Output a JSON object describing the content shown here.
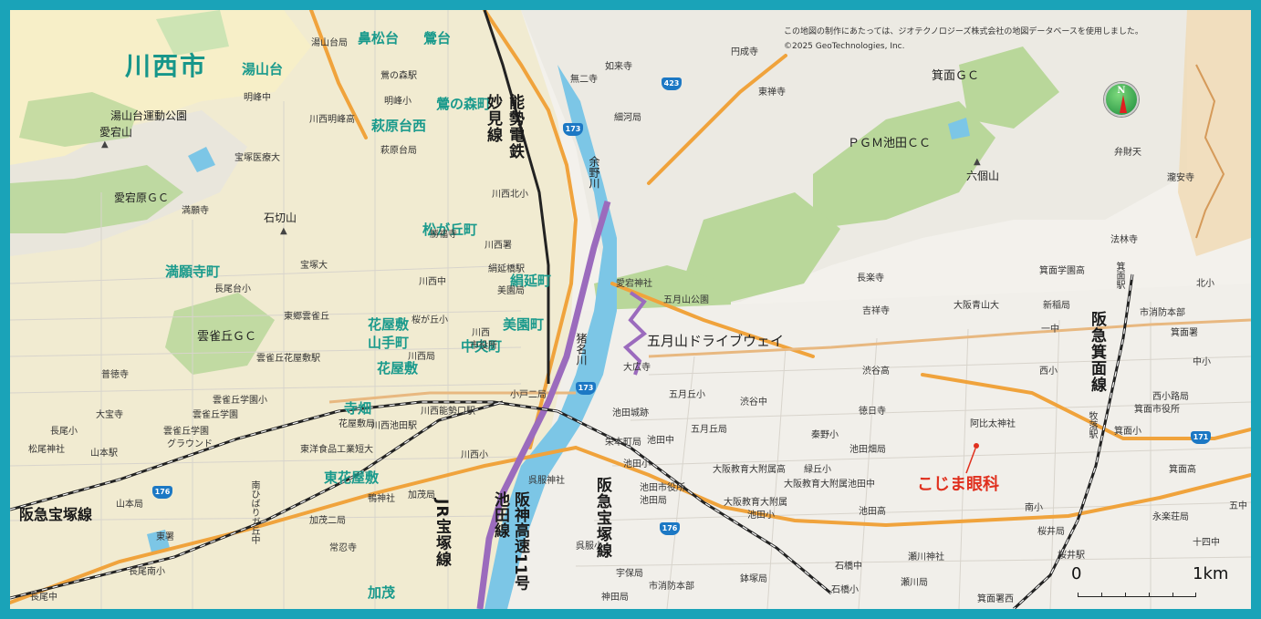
{
  "credit": {
    "line1": "この地図の制作にあたっては、ジオテクノロジーズ株式会社の地図データベースを使用しました。",
    "line2": "©2025 GeoTechnologies, Inc."
  },
  "city": {
    "kawanishi": "川西市"
  },
  "wards": {
    "bishamon": "鼻松台",
    "uguisu": "鶯台",
    "yuyamadai": "湯山台",
    "hatonomori": "鶯の森町",
    "hagiwara": "萩原台西",
    "matsugaoka": "松が丘町",
    "mitsu": "満願寺町",
    "kinuno": "絹延町",
    "hanayashiki_yamate": "花屋敷\n山手町",
    "hanayashiki": "花屋敷",
    "mitatsu": "美園町",
    "chuo": "中央町",
    "terahata": "寺畑",
    "higashihanayashiki": "東花屋敷",
    "kamo": "加茂"
  },
  "places": {
    "yuyama_ground": "湯山台運動公園",
    "atagoyama": "愛宕山",
    "atagohara_gc": "愛宕原ＧＣ",
    "mangan_ji": "満願寺",
    "ishikiri": "石切山",
    "hotsuka": "宝塚大",
    "nagaodai": "長尾台小",
    "hibarigaoka_gc": "雲雀丘ＧＣ",
    "toyo_hibari": "東郷雲雀丘",
    "hibari_station": "雲雀丘花屋敷駅",
    "futoku_ji": "普徳寺",
    "ootaka_ji": "大宝寺",
    "hibari_gakuen_s": "雲雀丘学園小",
    "hibari_gakuen": "雲雀丘学園",
    "hibari_ground": "雲雀丘学園\nグラウンド",
    "nagao_sho": "長尾小",
    "matsuo_shrine": "松尾神社",
    "yamamoto_station": "山本駅",
    "yamamoto": "山本局",
    "minami_hibari": "南ひばりガ丘中",
    "higashi_sho": "東署",
    "nagao_minami": "長尾南小",
    "nagao_chu": "長尾中",
    "yuyama": "湯山台局",
    "meiho": "明峰中",
    "meiho_s": "明峰小",
    "kawanishi_meiho": "川西明峰高",
    "hoku": "鶯の森駅",
    "hagiwara_kyoku": "萩原台局",
    "takarazuka_med": "宝塚医療大",
    "kawanishi_kita": "川西北小",
    "shofuku": "勝福寺",
    "kawanishi_sho": "川西署",
    "kinuno_station": "絹延橋駅",
    "kawanishi_chu": "川西中",
    "bien": "美園局",
    "sakuragaoka": "桜が丘小",
    "kawanishi_kyoku": "川西局",
    "kawanishi_city": "川西\n市役所",
    "koto": "小戸二局",
    "kawanishi_noseguchi": "川西能勢口駅",
    "hanayashiki_kyoku": "花屋敷局",
    "kawanishi_ikeda": "川西池田駅",
    "toyo": "東洋食品工業短大",
    "kawanishi_sho2": "川西小",
    "kamo_kyoku": "加茂局",
    "kamo_2": "加茂二局",
    "jokei": "常忍寺",
    "kurishi": "鴨神社",
    "nose": "妙見線",
    "bushigaoka": "無二寺",
    "nyorai": "如来寺",
    "ensei": "円成寺",
    "tozen": "東禅寺",
    "hoyo": "細河局",
    "minoo_gc": "箕面ＧＣ",
    "pgm": "ＰＧＭ池田ＣＣ",
    "rokko": "六個山",
    "benzaiten": "弁財天",
    "ryuan": "瀧安寺",
    "horin": "法林寺",
    "minoo_gakuen": "箕面学園高",
    "minoo_station": "箕面駅",
    "kita_sho": "北小",
    "shobo": "市消防本部",
    "minoo_sho": "箕面署",
    "naka_sho": "中小",
    "nishi_sho": "西小",
    "ichi_chu": "一中",
    "nishi_kojiba": "西小路局",
    "minoo_city": "箕面市役所",
    "makiochi": "牧落駅",
    "minoo_s": "箕面小",
    "minoo_high": "箕面高",
    "eiraku": "永楽荘局",
    "juyon": "十四中",
    "goshu": "五中",
    "chorakuji": "長楽寺",
    "kissho": "吉祥寺",
    "osaka_aoyama": "大阪青山大",
    "shinina": "新稲局",
    "atago_shrine": "愛宕神社",
    "satsuki_park": "五月山公園",
    "daikoji": "大広寺",
    "satsuki_s": "五月丘小",
    "shibutani_chu": "渋谷中",
    "shibutani_high": "渋谷高",
    "tokuji": "徳日寺",
    "satsuki_kyoku": "五月丘局",
    "ikeda_castle": "池田城跡",
    "ikeda_chu": "池田中",
    "ikeda_sho": "池田小",
    "sakae": "栄本町局",
    "kurehatori": "呉服神社",
    "ikeda_city": "池田市役所",
    "ikeda_kyoku": "池田局",
    "kurehatori_s": "呉服小",
    "uho": "宇保局",
    "shobo_ikeda": "市消防本部",
    "kanda": "神田局",
    "satsuma": "鉢塚局",
    "ishibashi_chu": "石橋中",
    "ishibashi_s": "石橋小",
    "hatano": "秦野小",
    "ikeda_hata": "池田畑局",
    "midorigaoka": "緑丘小",
    "kyoiku_high": "大阪教育大附属高",
    "kyoiku_ikeda": "大阪教育大附属池田中",
    "kyoiku_s": "大阪教育大附属\n池田小",
    "ikeda_kyoku2": "池田高",
    "ahita": "阿比太神社",
    "minami_sho": "南小",
    "sakurai": "桜井局",
    "sakurai_station": "桜井駅",
    "sesekawa": "瀬川神社",
    "sesekawa_kyoku": "瀬川局",
    "minoo_nishi": "箕面署西"
  },
  "rail": {
    "hankyu_takarazuka": "阪急宝塚線",
    "hankyu_takarazuka_v": "阪急宝塚線",
    "jr_takarazuka": "JR宝塚線",
    "hankyu_minoo": "阪急箕面線",
    "nose_line": "能勢電鉄\n妙見線",
    "hanshin": "阪神高速11号\n池田線"
  },
  "water": {
    "yoshino": "余野川",
    "ina": "猪名川"
  },
  "drive": "五月山ドライブウェイ",
  "clinic": "こじま眼科",
  "compass": "N",
  "scale": {
    "zero": "0",
    "km": "1km"
  },
  "shields": {
    "r173a": "173",
    "r173b": "173",
    "r423": "423",
    "r176a": "176",
    "r176b": "176",
    "r171": "171"
  },
  "colors": {
    "frame": "#1aa3b8",
    "forest": "#b9d79a",
    "urban_yellow": "#f2e7b4",
    "water": "#7cc6e6",
    "expressway": "#9b6bbd",
    "national_road": "#f0a33c",
    "clinic_red": "#e0301e"
  }
}
